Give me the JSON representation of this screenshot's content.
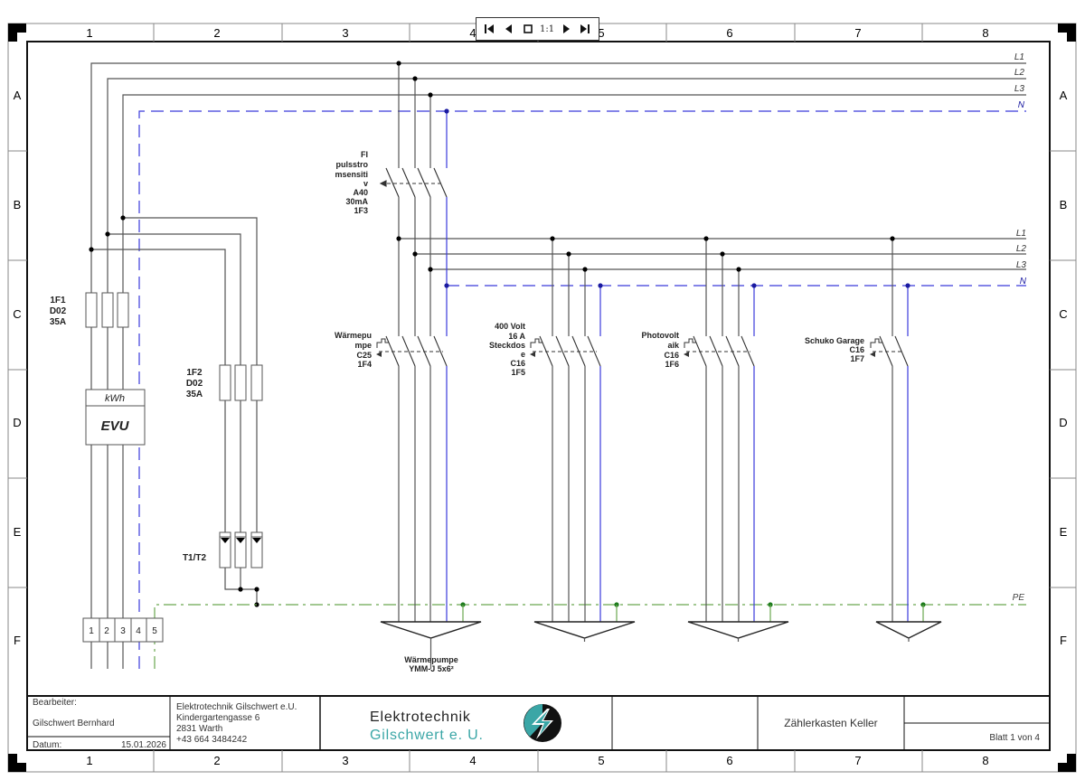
{
  "viewer": {
    "first_label": "first-page",
    "zoom_label": "1:1"
  },
  "frame": {
    "columns": [
      "1",
      "2",
      "3",
      "4",
      "5",
      "6",
      "7",
      "8"
    ],
    "rows": [
      "A",
      "B",
      "C",
      "D",
      "E",
      "F"
    ]
  },
  "busbars_top": {
    "labels": [
      "L1",
      "L2",
      "L3",
      "N"
    ]
  },
  "busbars_mid": {
    "labels": [
      "L1",
      "L2",
      "L3",
      "N"
    ]
  },
  "pe_label": "PE",
  "components": {
    "fuse_1f1": [
      "1F1",
      "D02",
      "35A"
    ],
    "meter": {
      "unit": "kWh",
      "name": "EVU"
    },
    "fuse_1f2": [
      "1F2",
      "D02",
      "35A"
    ],
    "surge": "T1/T2",
    "rcd_1f3": [
      "FI",
      "pulsstro",
      "msensiti",
      "v",
      "A40",
      "30mA",
      "1F3"
    ],
    "breaker_1f4": [
      "Wärmepu",
      "mpe",
      "C25",
      "1F4"
    ],
    "breaker_1f5": [
      "400 Volt",
      "16 A",
      "Steckdos",
      "e",
      "C16",
      "1F5"
    ],
    "breaker_1f6": [
      "Photovolt",
      "aik",
      "C16",
      "1F6"
    ],
    "breaker_1f7": [
      "Schuko Garage",
      "C16",
      "1F7"
    ],
    "terminals": [
      "1",
      "2",
      "3",
      "4",
      "5"
    ],
    "cable_1": [
      "Wärmepumpe",
      "YMM-J 5x6²"
    ]
  },
  "title_block": {
    "editor_label": "Bearbeiter:",
    "editor_name": "Gilschwert Bernhard",
    "date_label": "Datum:",
    "date_value": "15.01.2026",
    "company_lines": [
      "Elektrotechnik Gilschwert e.U.",
      "Kindergartengasse 6",
      "2831 Warth",
      "+43 664 3484242"
    ],
    "logo_line1": "Elektrotechnik",
    "logo_line2": "Gilschwert e. U.",
    "drawing_title": "Zählerkasten Keller",
    "sheet_info": "Blatt 1 von 4"
  },
  "colors": {
    "phase": "#555555",
    "neutral": "#3a3adb",
    "pe": "#6aa84f",
    "logo_teal": "#3aa6a6"
  }
}
